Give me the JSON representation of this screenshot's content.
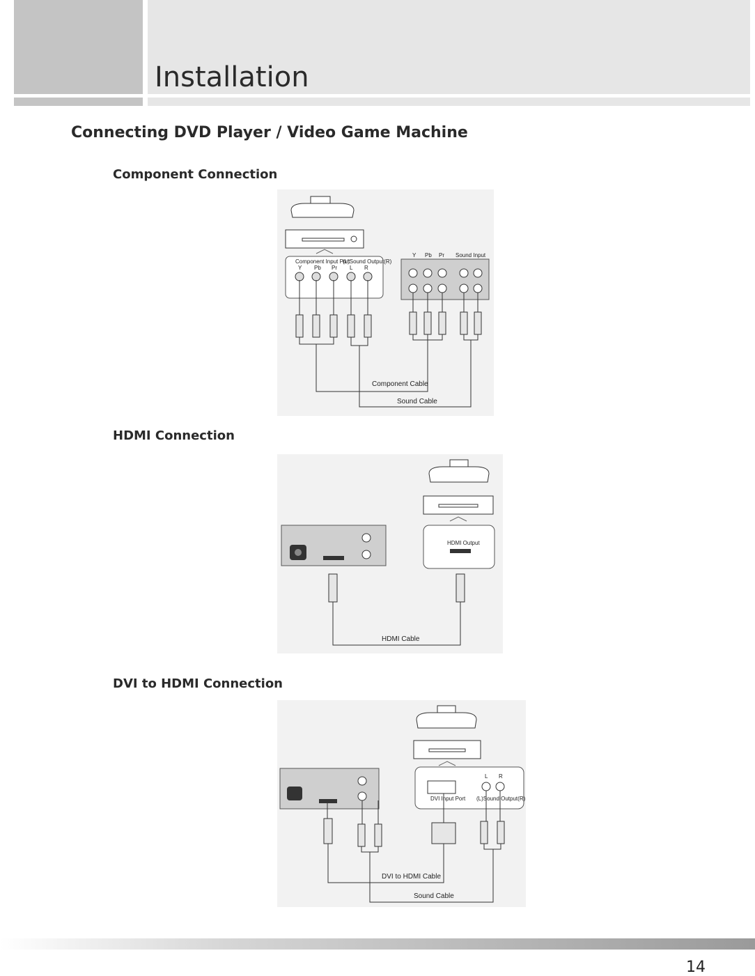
{
  "header": {
    "title": "Installation"
  },
  "section": {
    "title": "Connecting DVD Player / Video Game Machine"
  },
  "component": {
    "heading": "Component Connection",
    "device_port_label": "Component Input Port",
    "device_sound_label": "(L)Sound Output(R)",
    "port_y": "Y",
    "port_pb": "Pb",
    "port_pr": "Pr",
    "port_l": "L",
    "port_r": "R",
    "panel_y": "Y",
    "panel_pb": "Pb",
    "panel_pr": "Pr",
    "panel_sound": "Sound Input",
    "cable1": "Component Cable",
    "cable2": "Sound Cable"
  },
  "hdmi": {
    "heading": "HDMI Connection",
    "output_label": "HDMI Output",
    "cable": "HDMI Cable"
  },
  "dvi": {
    "heading": "DVI to HDMI Connection",
    "dvi_port_label": "DVI Input Port",
    "sound_label": "(L)Sound Output(R)",
    "port_l": "L",
    "port_r": "R",
    "cable1": "DVI to HDMI Cable",
    "cable2": "Sound Cable"
  },
  "footer": {
    "page_number": "14"
  }
}
